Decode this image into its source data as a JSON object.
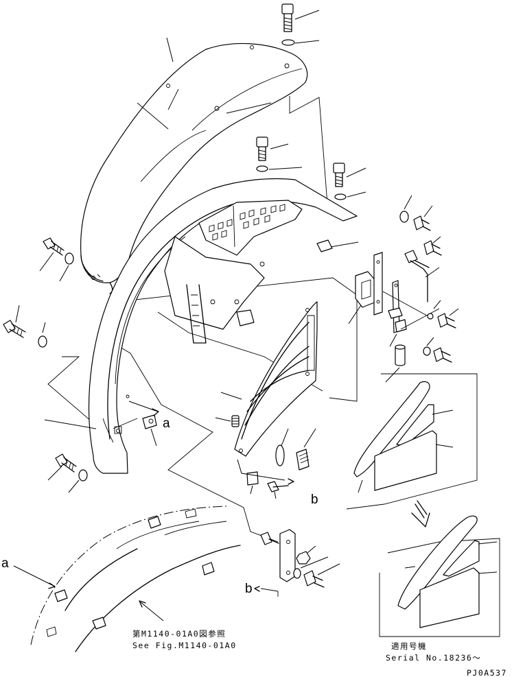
{
  "callouts": {
    "a_main": "a",
    "b_main": "b",
    "a_detail": "a",
    "b_detail": "b"
  },
  "notes": {
    "see_fig_jp": "第M1140-01A0図参照",
    "see_fig_en": "See Fig.M1140-01A0",
    "serial_jp": "適用号機",
    "serial_en": "Serial No.18236～",
    "drawing_code": "PJ0A537"
  }
}
